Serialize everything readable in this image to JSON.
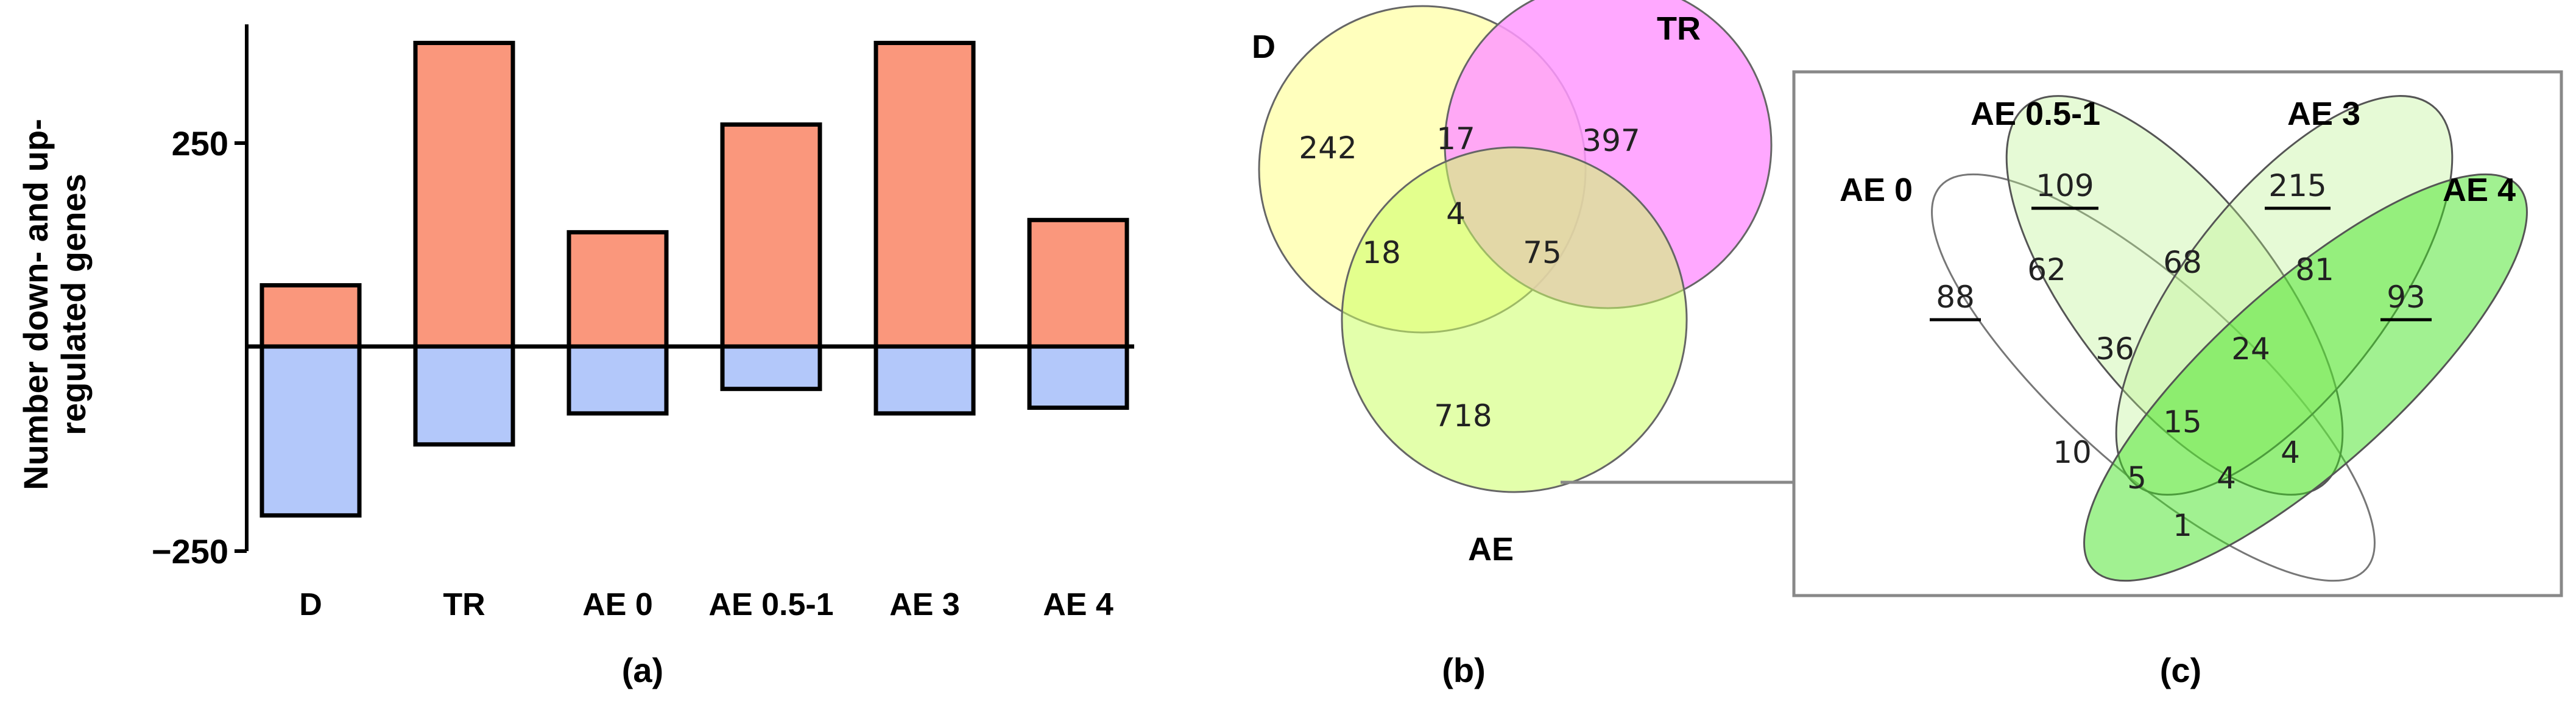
{
  "chart_data": [
    {
      "type": "bar",
      "title": "",
      "ylabel": "Number down- and up-regulated genes",
      "yticks": [
        "250",
        "−250"
      ],
      "ylim": [
        -250,
        380
      ],
      "categories": [
        "D",
        "TR",
        "AE 0",
        "AE 0.5-1",
        "AE 3",
        "AE 4"
      ],
      "series": [
        {
          "values": [
            75,
            372,
            140,
            272,
            372,
            155
          ]
        },
        {
          "values": [
            -207,
            -120,
            -82,
            -52,
            -82,
            -75
          ]
        }
      ],
      "colors": {
        "up": "#fa977c",
        "down": "#b3c8fa"
      },
      "panel_label": "(a)"
    },
    {
      "type": "venn",
      "sets": [
        "D",
        "TR",
        "AE"
      ],
      "regions": {
        "D": "242",
        "TR": "397",
        "AE": "718",
        "D_TR": "17",
        "D_AE": "18",
        "TR_AE": "75",
        "D_TR_AE": "4"
      },
      "colors": {
        "D": "#ffff99",
        "TR": "#ff99ff",
        "AE": "#ddff99"
      },
      "panel_label": "(b)"
    },
    {
      "type": "venn",
      "sets": [
        "AE 0",
        "AE 0.5-1",
        "AE 3",
        "AE 4"
      ],
      "regions": {
        "only_AE0": "88",
        "only_AE05": "109",
        "only_AE3": "215",
        "only_AE4": "93",
        "AE0_AE05": "62",
        "AE05_AE3": "68",
        "AE3_AE4": "81",
        "AE0_AE05_AE3": "36",
        "AE05_AE3_AE4": "24",
        "all": "15",
        "AE0_AE3": "10",
        "AE05_AE4": "4",
        "AE0_AE3_AE4": "5",
        "AE0_AE05_AE4": "4",
        "AE0_AE4": "1"
      },
      "panel_label": "(c)"
    }
  ]
}
